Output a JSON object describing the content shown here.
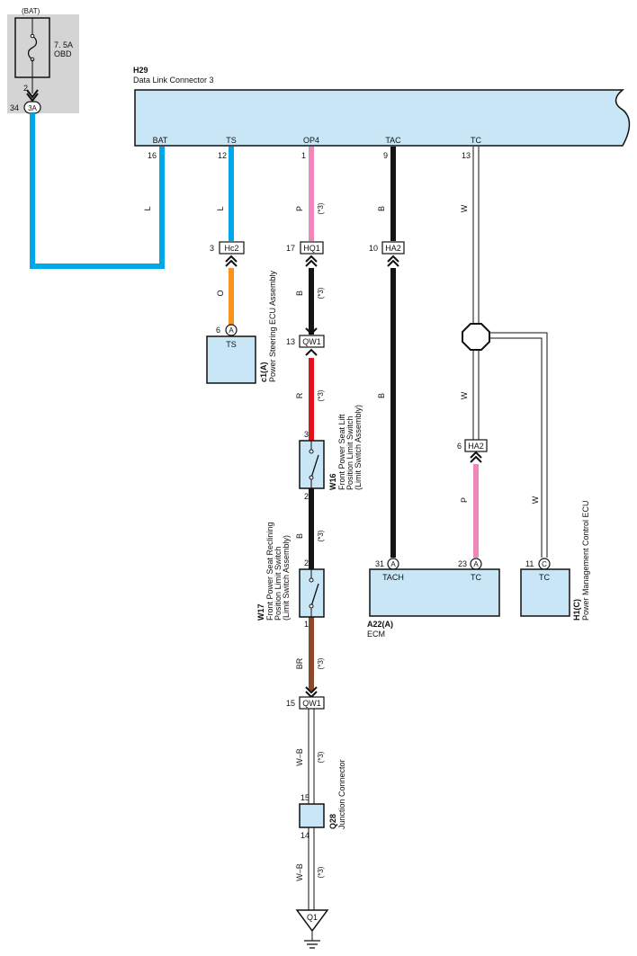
{
  "colors": {
    "blue": "#00a8e8",
    "pink": "#ee88bb",
    "black": "#151515",
    "red": "#e2121d",
    "orange": "#f7941d",
    "brown": "#8b4a2b",
    "white_wire": "#ffffff",
    "component_fill": "#c8e6f6",
    "fuse_panel": "#d4d4d4"
  },
  "fuse": {
    "source": "(BAT)",
    "rating": "7. 5A",
    "name": "OBD",
    "pin_out": "2",
    "pin_in": "34",
    "junction": "3A"
  },
  "dlc": {
    "code": "H29",
    "name": "Data Link Connector 3",
    "terminals": [
      {
        "label": "BAT",
        "pin": "16",
        "wire": "L"
      },
      {
        "label": "TS",
        "pin": "12",
        "wire": "L"
      },
      {
        "label": "OP4",
        "pin": "1",
        "wire": "P",
        "note": "(*3)"
      },
      {
        "label": "TAC",
        "pin": "9",
        "wire": "B"
      },
      {
        "label": "TC",
        "pin": "13",
        "wire": "W"
      }
    ]
  },
  "connectors": {
    "hc2": {
      "pin": "3",
      "id": "Hc2"
    },
    "hq1": {
      "pin": "17",
      "id": "HQ1"
    },
    "ha2_top": {
      "pin": "10",
      "id": "HA2"
    },
    "qw1_mid": {
      "pin": "13",
      "id": "QW1"
    },
    "ha2_mid": {
      "pin": "6",
      "id": "HA2"
    },
    "qw1_low": {
      "pin": "15",
      "id": "QW1"
    }
  },
  "wires": {
    "hc2_down": "O",
    "hq1_down": "B",
    "hq1_note": "(*3)",
    "qw1_down": "R",
    "qw1_note": "(*3)",
    "tac_down": "B",
    "tc_down": "W",
    "ha2_down": "P",
    "branch_down": "W",
    "w16_down": "B",
    "w16_note": "(*3)",
    "w17_down": "BR",
    "w17_note": "(*3)",
    "qw1_low_down": "W–B",
    "qw1_low_note": "(*3)",
    "q28_down": "W–B",
    "q28_note": "(*3)"
  },
  "ps_ecu": {
    "pin": "6",
    "conn": "A",
    "terminal": "TS",
    "code": "c1(A)",
    "name": "Power Steering ECU Assembly"
  },
  "w16": {
    "pin_top": "3",
    "pin_bottom": "2",
    "code": "W16",
    "name_lines": [
      "Front Power Seat Lift",
      "Position Limit Switch",
      "(Limit Switch Assembly)"
    ]
  },
  "w17": {
    "pin_top": "2",
    "pin_bottom": "1",
    "code": "W17",
    "name_lines": [
      "Front Power Seat Reclining",
      "Position Limit Switch",
      "(Limit Switch Assembly)"
    ]
  },
  "ecm": {
    "code": "A22(A)",
    "name": "ECM",
    "terminals": [
      {
        "pin": "31",
        "conn": "A",
        "label": "TACH"
      },
      {
        "pin": "23",
        "conn": "A",
        "label": "TC"
      }
    ]
  },
  "pmecu": {
    "pin": "11",
    "conn": "C",
    "terminal": "TC",
    "code": "H1(C)",
    "name": "Power Management Control ECU"
  },
  "q28": {
    "pin_top": "15",
    "pin_bottom": "14",
    "code": "Q28",
    "name": "Junction Connector"
  },
  "ground": {
    "id": "Q1"
  }
}
